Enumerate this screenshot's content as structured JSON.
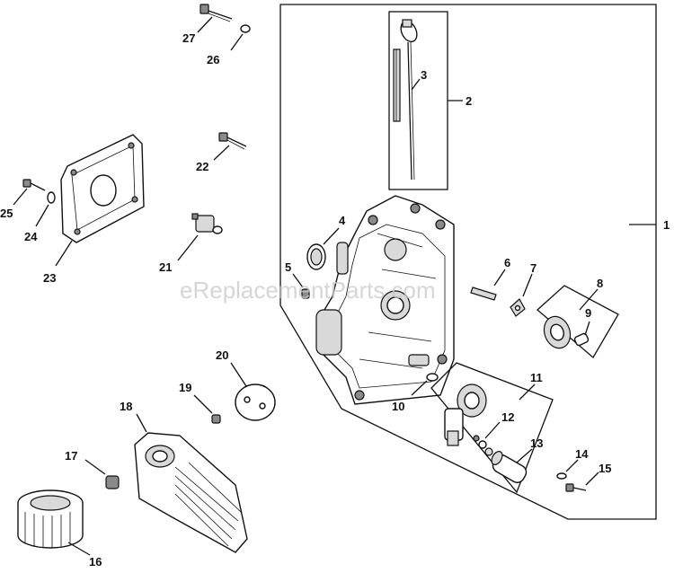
{
  "diagram": {
    "watermark": "eReplacementParts.com",
    "callouts": [
      "1",
      "2",
      "3",
      "4",
      "5",
      "6",
      "7",
      "8",
      "9",
      "10",
      "11",
      "12",
      "13",
      "14",
      "15",
      "16",
      "17",
      "18",
      "19",
      "20",
      "21",
      "22",
      "23",
      "24",
      "25",
      "26",
      "27"
    ]
  }
}
